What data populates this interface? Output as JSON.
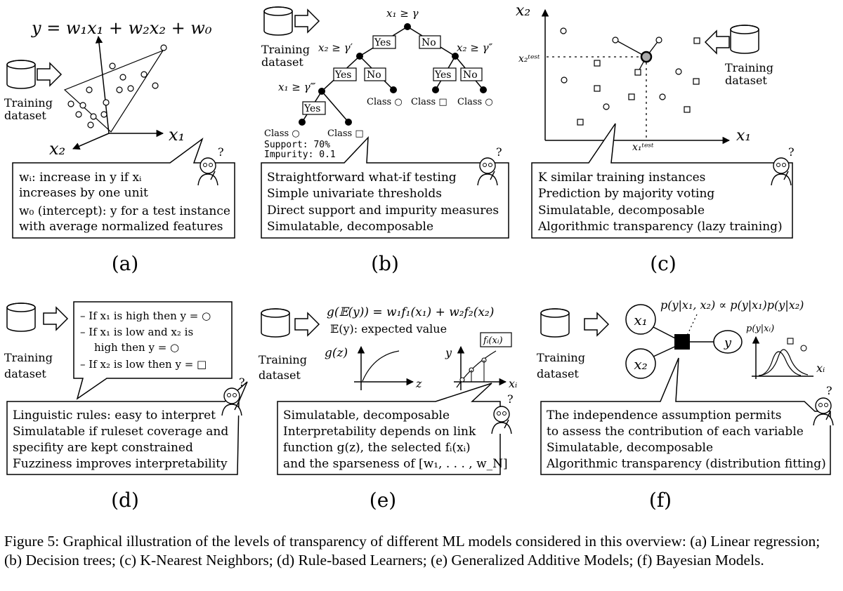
{
  "common": {
    "training": "Training",
    "dataset": "dataset",
    "question": "?"
  },
  "panel_a": {
    "equation": "y = w₁x₁ + w₂x₂ + w₀",
    "x1_label": "x₁",
    "x2_label": "x₂",
    "text": [
      "wᵢ: increase in y if xᵢ",
      "increases by one unit",
      "w₀ (intercept): y for a test instance",
      "with average normalized features"
    ],
    "letter": "(a)"
  },
  "panel_b": {
    "root_split": "x₁ ≥ γ",
    "left_split": "x₂ ≥ γ′",
    "right_split": "x₂ ≥ γ″",
    "leftleft_split": "x₁ ≥ γ‴",
    "yes": "Yes",
    "no": "No",
    "leaf_class_circle": "Class ○",
    "leaf_class_square": "Class □",
    "support": "Support: 70%",
    "impurity": "Impurity: 0.1",
    "text": [
      "Straightforward what-if testing",
      "Simple univariate thresholds",
      "Direct support and impurity measures",
      "Simulatable, decomposable"
    ],
    "letter": "(b)"
  },
  "panel_c": {
    "x2_label": "x₂",
    "x1_label": "x₁",
    "x2_test": "x₂ᵗᵉˢᵗ",
    "x1_test": "x₁ᵗᵉˢᵗ",
    "text": [
      "K similar training instances",
      "Prediction by majority voting",
      "Simulatable, decomposable",
      "Algorithmic transparency (lazy training)"
    ],
    "letter": "(c)"
  },
  "panel_d": {
    "rules": [
      "– If x₁ is high then y = ○",
      "– If x₁ is low and x₂ is",
      "high then y = ○",
      "– If x₂ is low then y = □"
    ],
    "text": [
      "Linguistic rules: easy to interpret",
      "Simulatable if ruleset coverage and",
      "specifity are kept constrained",
      "Fuzziness improves interpretability"
    ],
    "letter": "(d)"
  },
  "panel_e": {
    "equation": "g(𝔼(y)) = w₁f₁(x₁) + w₂f₂(x₂)",
    "expected": "𝔼(y): expected value",
    "gz_label": "g(z)",
    "z_label": "z",
    "y_label": "y",
    "xi_label": "xᵢ",
    "fi_label": "fᵢ(xᵢ)",
    "text": [
      "Simulatable, decomposable",
      "Interpretability depends on link",
      "function g(z), the selected fᵢ(xᵢ)",
      "and the sparseness of [w₁, . . . , w_N]"
    ],
    "letter": "(e)"
  },
  "panel_f": {
    "equation": "p(y|x₁, x₂) ∝ p(y|x₁)p(y|x₂)",
    "node_x1": "x₁",
    "node_x2": "x₂",
    "node_y": "y",
    "pyx_label": "p(y|xᵢ)",
    "xi_label": "xᵢ",
    "text": [
      "The independence assumption permits",
      "to assess the contribution of each variable",
      "Simulatable, decomposable",
      "Algorithmic transparency (distribution fitting)"
    ],
    "letter": "(f)"
  },
  "caption": "Figure 5: Graphical illustration of the levels of transparency of different ML models considered in this overview: (a) Linear regression; (b) Decision trees; (c) K-Nearest Neighbors; (d) Rule-based Learners; (e) Generalized Additive Models; (f) Bayesian Models."
}
